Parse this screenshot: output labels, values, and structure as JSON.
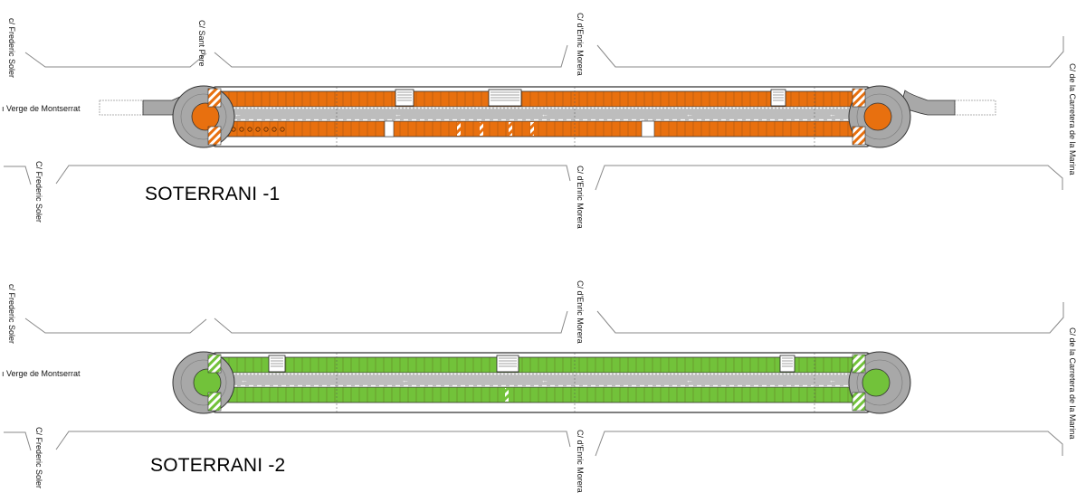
{
  "colors": {
    "level_1_fill": "#e8700f",
    "level_2_fill": "#72c23a",
    "ramp_fill": "#a8a8a8",
    "road_fill": "#bdbdbd",
    "outline": "#333333",
    "street_line": "#888888"
  },
  "levels": [
    {
      "title": "SOTERRANI -1",
      "fill_key": "level_1_fill",
      "streets": {
        "left_top": "c/ Frederic Soler",
        "left_bottom": "C/ Frederic Soler",
        "sant_pere": "C/ Sant Pere",
        "enric_top": "C/ d'Enric Morera",
        "enric_bottom": "C/ d'Enric Morera",
        "verge": "Verge de Montserrat",
        "carretera": "C/ de la Carretera de la Marina"
      }
    },
    {
      "title": "SOTERRANI -2",
      "fill_key": "level_2_fill",
      "streets": {
        "left_top": "c/ Frederic Soler",
        "left_bottom": "C/ Frederic Soler",
        "enric_top": "C/ d'Enric Morera",
        "enric_bottom": "C/ d'Enric Morera",
        "verge": "Verge de Montserrat",
        "carretera": "C/ de la Carretera de la Marina"
      }
    }
  ],
  "icons": [
    "direction-arrow-icon",
    "stair-core-icon",
    "hatched-zone-icon",
    "accessible-parking-icon"
  ]
}
